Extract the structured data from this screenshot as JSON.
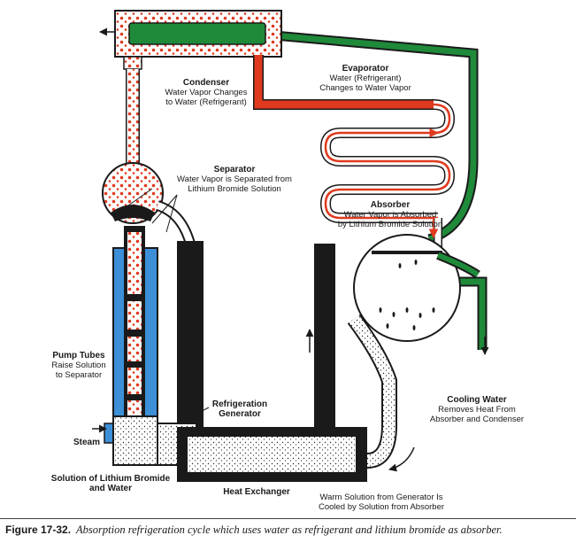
{
  "labels": {
    "condenser": {
      "title": "Condenser",
      "line1": "Water Vapor Changes",
      "line2": "to Water (Refrigerant)"
    },
    "evaporator": {
      "title": "Evaporator",
      "line1": "Water (Refrigerant)",
      "line2": "Changes to Water Vapor"
    },
    "separator": {
      "title": "Separator",
      "line1": "Water Vapor is Separated from",
      "line2": "Lithium Bromide Solution"
    },
    "absorber": {
      "title": "Absorber",
      "line1": "Water Vapor is Absorbed",
      "line2": "by Lithium Bromide Solution"
    },
    "pump_tubes": {
      "title": "Pump Tubes",
      "line1": "Raise Solution",
      "line2": "to Separator"
    },
    "generator": {
      "title1": "Refrigeration",
      "title2": "Generator"
    },
    "cooling_water": {
      "title": "Cooling Water",
      "line1": "Removes Heat From",
      "line2": "Absorber and Condenser"
    },
    "steam": "Steam",
    "solution": {
      "line1": "Solution of Lithium Bromide",
      "line2": "and Water"
    },
    "heat_exchanger": "Heat Exchanger",
    "warm_solution": {
      "line1": "Warm Solution from Generator Is",
      "line2": "Cooled by Solution from Absorber"
    }
  },
  "caption": {
    "number": "Figure 17-32.",
    "text": "Absorption refrigeration cycle which uses water as refrigerant and lithium bromide as absorber."
  },
  "colors": {
    "cooling_water": "#1f8a3a",
    "refrigerant": "#e03a1e",
    "pump_tube": "#3d8fd8",
    "solution": "#222222",
    "outline": "#1a1a1a"
  }
}
